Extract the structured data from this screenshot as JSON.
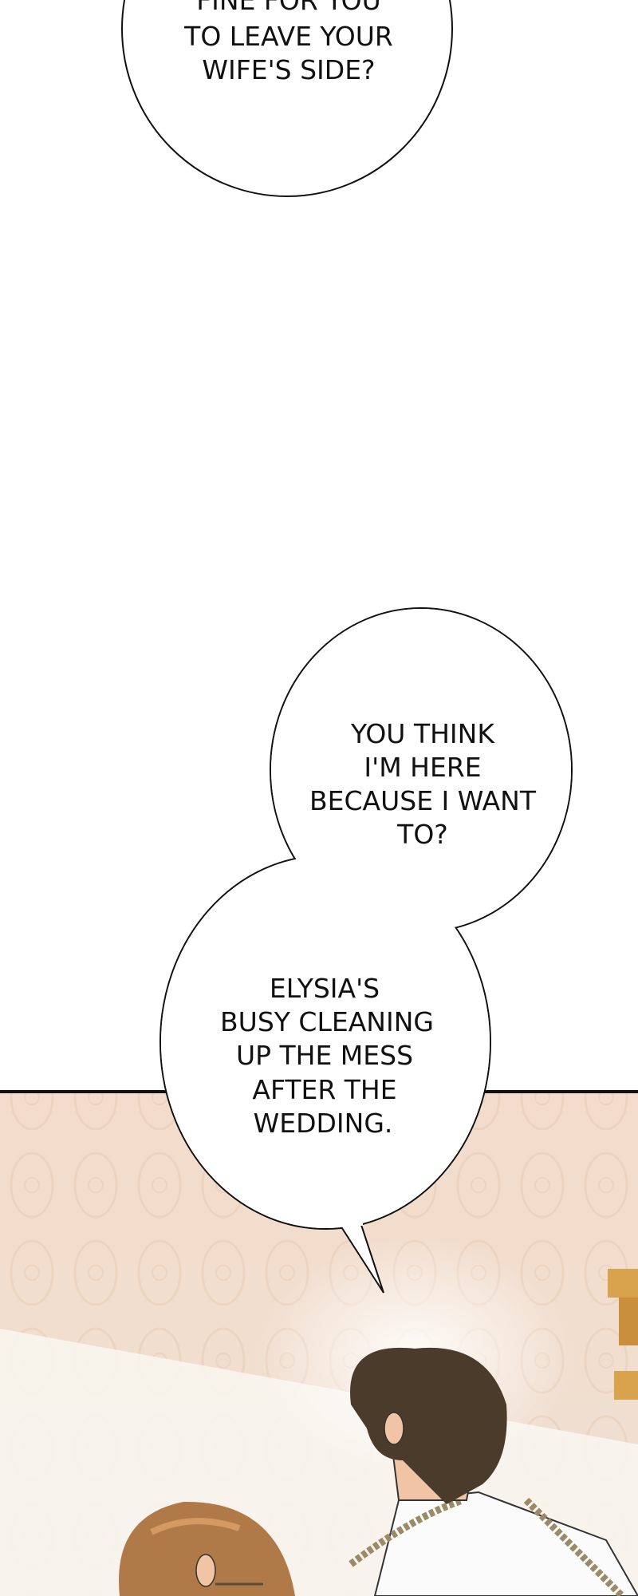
{
  "bubbles": [
    {
      "lines": [
        "FINE FOR YOU",
        "TO LEAVE YOUR",
        "WIFE'S SIDE?"
      ]
    },
    {
      "lines": [
        "YOU THINK",
        "I'M HERE",
        "BECAUSE I WANT",
        "TO?"
      ]
    },
    {
      "lines": [
        "ELYSIA'S",
        "BUSY CLEANING",
        "UP THE MESS",
        "AFTER THE",
        "WEDDING."
      ]
    }
  ],
  "colors": {
    "wall": "#f2dccb",
    "light": "#f8f4ee",
    "hair_man": "#4b3b2b",
    "hair_woman": "#b07a48",
    "trim": "#9c8a66"
  }
}
